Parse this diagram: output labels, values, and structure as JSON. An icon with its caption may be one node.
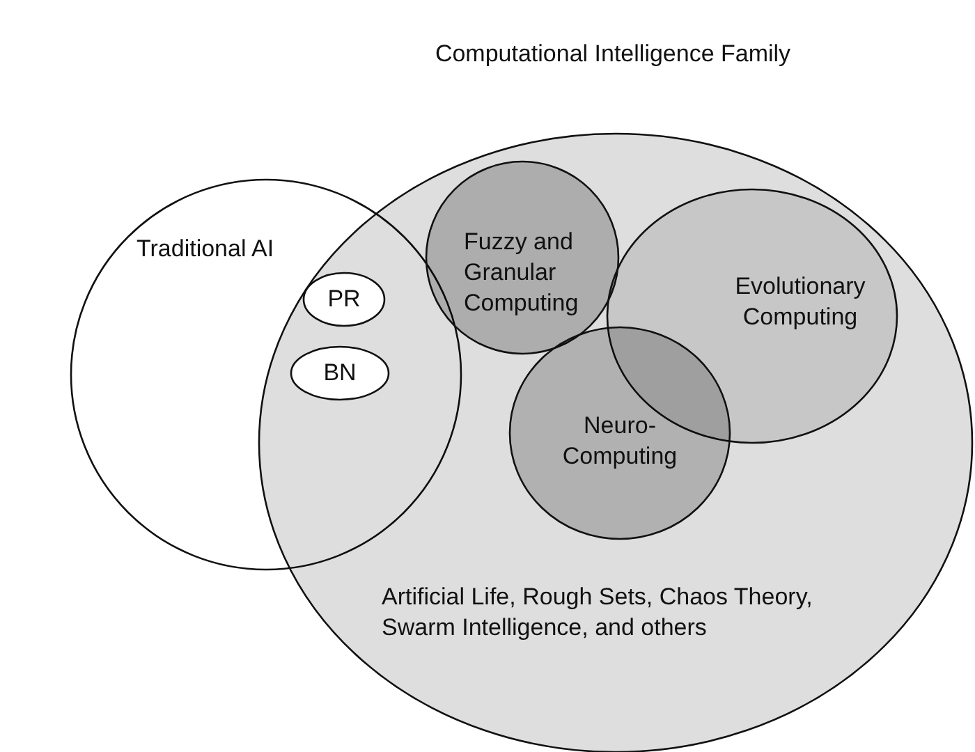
{
  "diagram": {
    "nodes": [
      {
        "text": [
          "Traditional AI"
        ]
      },
      {
        "text": [
          "Computational Intelligence Family",
          "Artificial Life, Rough Sets, Chaos Theory, Swarm Intelligence, and others"
        ]
      },
      {
        "text": [
          "Fuzzy and Granular Computing"
        ],
        "in": 1
      },
      {
        "text": [
          "Evolutionary Computing"
        ],
        "in": 1
      },
      {
        "text": [
          "Neuro-Computing"
        ],
        "in": 1
      },
      {
        "text": [
          "PR"
        ]
      },
      {
        "text": [
          "BN"
        ]
      }
    ]
  }
}
